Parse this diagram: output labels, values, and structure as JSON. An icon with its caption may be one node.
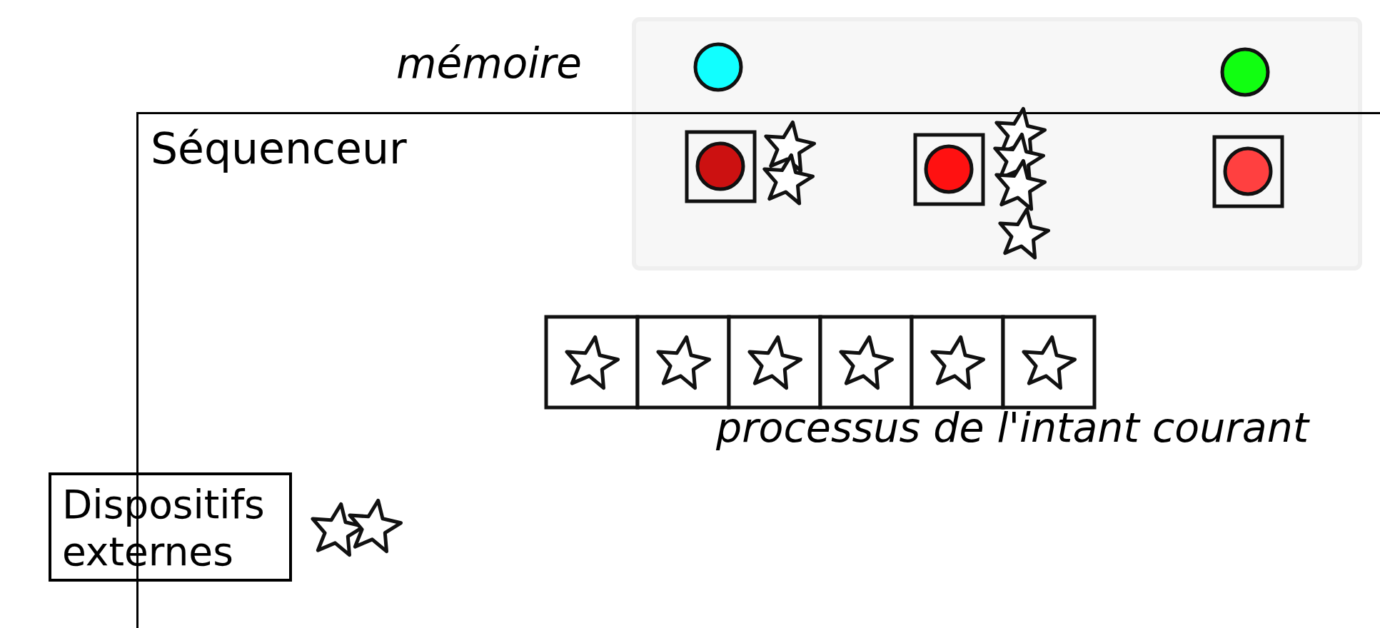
{
  "diagram": {
    "nodes": [
      {
        "text": [
          "Séquenceur"
        ]
      },
      {
        "text": [
          "Dispositifs externes"
        ]
      }
    ],
    "labels": [
      "mémoire",
      "processus de l'intant courant"
    ]
  }
}
